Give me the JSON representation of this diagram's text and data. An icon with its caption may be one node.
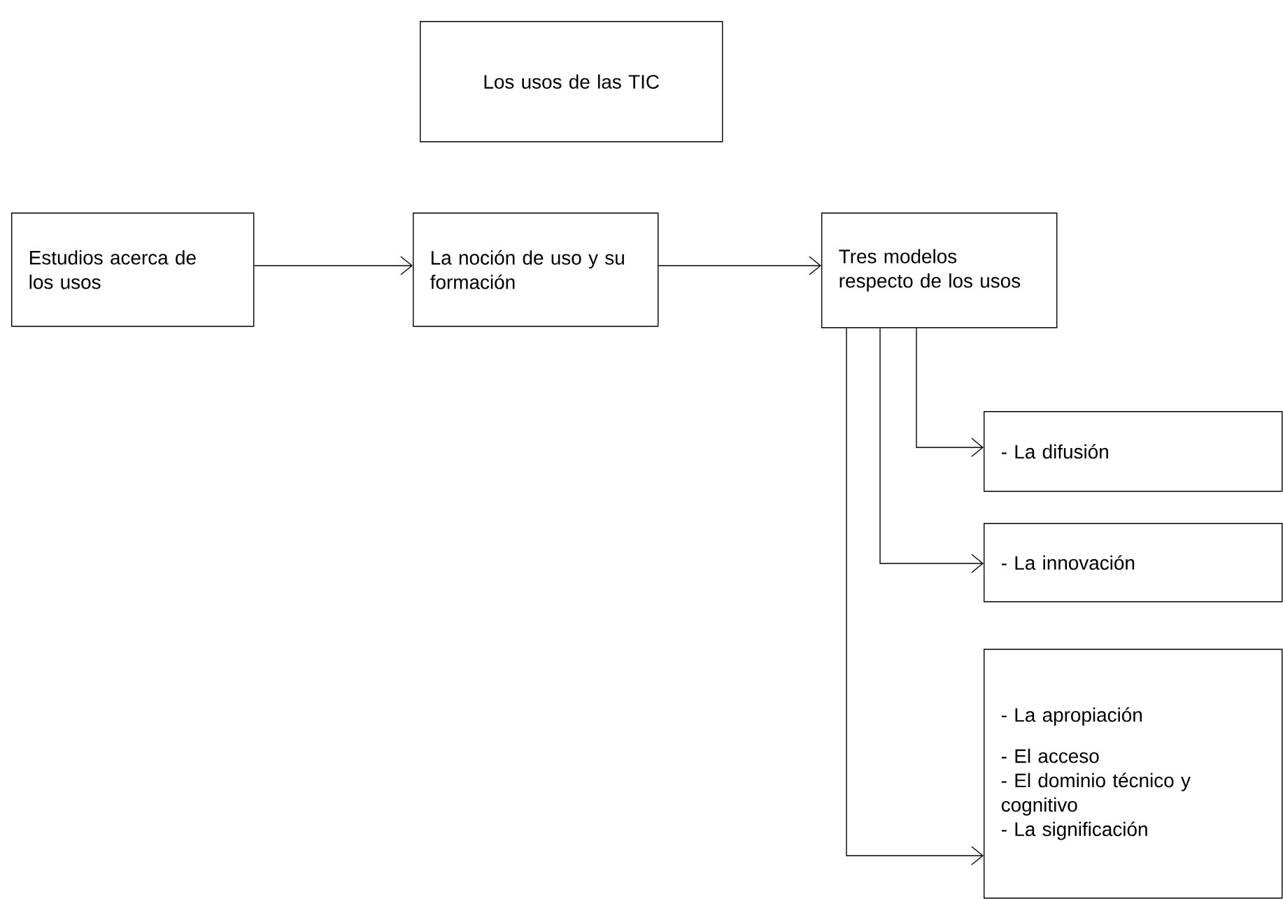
{
  "diagram": {
    "nodes": [
      {
        "text": [
          "Los usos de las TIC"
        ]
      },
      {
        "text": [
          "Estudios acerca de los usos"
        ]
      },
      {
        "text": [
          "La noción de uso y su formación"
        ]
      },
      {
        "text": [
          "Tres modelos respecto de los usos"
        ]
      },
      {
        "text": [
          "- La difusión"
        ]
      },
      {
        "text": [
          "- La innovación"
        ]
      },
      {
        "text": [
          "- La apropiación",
          "- El acceso",
          "- El dominio técnico y cognitivo",
          "- La significación"
        ]
      }
    ],
    "edges": [
      {
        "from": 1,
        "to": 2,
        "arrow": "to"
      },
      {
        "from": 2,
        "to": 3,
        "arrow": "to"
      },
      {
        "from": 3,
        "to": 4,
        "arrow": "to"
      },
      {
        "from": 3,
        "to": 5,
        "arrow": "to"
      },
      {
        "from": 3,
        "to": 6,
        "arrow": "to"
      }
    ]
  }
}
